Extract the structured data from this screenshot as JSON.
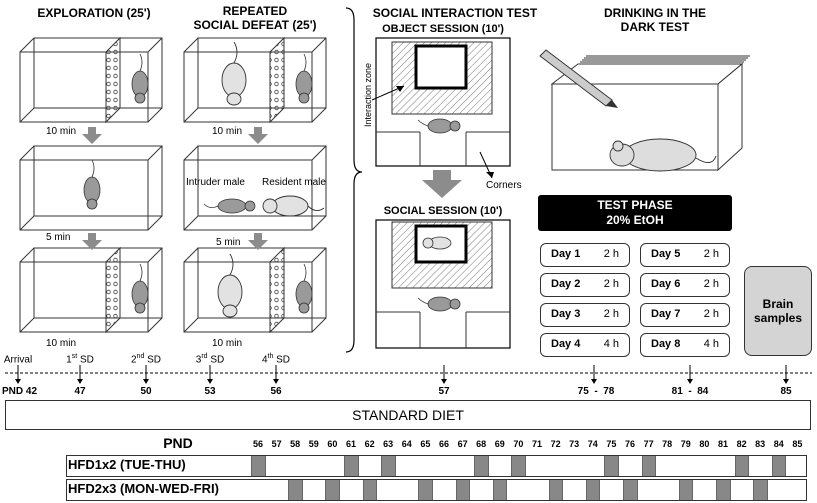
{
  "sections": {
    "exploration": "EXPLORATION (25')",
    "defeat_line1": "REPEATED",
    "defeat_line2": "SOCIAL DEFEAT (25')",
    "social_test": "SOCIAL INTERACTION TEST",
    "dark_line1": "DRINKING IN THE",
    "dark_line2": "DARK TEST"
  },
  "labels": {
    "ten_min": "10 min",
    "five_min": "5 min",
    "intruder": "Intruder male",
    "resident": "Resident male",
    "object_session": "OBJECT SESSION (10')",
    "social_session": "SOCIAL SESSION (10')",
    "interaction_zone": "Interaction zone",
    "corners": "Corners"
  },
  "test_phase": {
    "line1": "TEST PHASE",
    "line2": "20% EtOH"
  },
  "days": [
    {
      "day": "Day 1",
      "hours": "2 h"
    },
    {
      "day": "Day 2",
      "hours": "2 h"
    },
    {
      "day": "Day 3",
      "hours": "2 h"
    },
    {
      "day": "Day 4",
      "hours": "4 h"
    },
    {
      "day": "Day 5",
      "hours": "2 h"
    },
    {
      "day": "Day 6",
      "hours": "2 h"
    },
    {
      "day": "Day 7",
      "hours": "2 h"
    },
    {
      "day": "Day 8",
      "hours": "4 h"
    }
  ],
  "brain": {
    "line1": "Brain",
    "line2": "samples"
  },
  "timeline": {
    "events": [
      {
        "label": "Arrival",
        "sup": "",
        "suffix": ""
      },
      {
        "label": "1",
        "sup": "st",
        "suffix": " SD"
      },
      {
        "label": "2",
        "sup": "nd",
        "suffix": " SD"
      },
      {
        "label": "3",
        "sup": "rd",
        "suffix": " SD"
      },
      {
        "label": "4",
        "sup": "th",
        "suffix": " SD"
      }
    ],
    "dates": [
      "PND 42",
      "47",
      "50",
      "53",
      "56",
      "57",
      "75  -  78",
      "81  -  84",
      "85"
    ]
  },
  "diet": "STANDARD DIET",
  "pnd_header": "PND",
  "pnd_days": [
    "56",
    "57",
    "58",
    "59",
    "60",
    "61",
    "62",
    "63",
    "64",
    "65",
    "66",
    "67",
    "68",
    "69",
    "70",
    "71",
    "72",
    "73",
    "74",
    "75",
    "76",
    "77",
    "78",
    "79",
    "80",
    "81",
    "82",
    "83",
    "84",
    "85"
  ],
  "schedules": [
    {
      "name": "HFD1x2 (TUE-THU)",
      "filled": [
        "56",
        "61",
        "63",
        "68",
        "70",
        "75",
        "77",
        "82",
        "84"
      ]
    },
    {
      "name": "HFD2x3 (MON-WED-FRI)",
      "filled": [
        "58",
        "60",
        "62",
        "65",
        "67",
        "69",
        "72",
        "74",
        "76",
        "79",
        "81",
        "83"
      ]
    }
  ],
  "colors": {
    "cell_fill": "#888888",
    "test_phase_bg": "#000000",
    "brain_bg": "#d4d4d4",
    "arrow": "#8c8c8c"
  }
}
